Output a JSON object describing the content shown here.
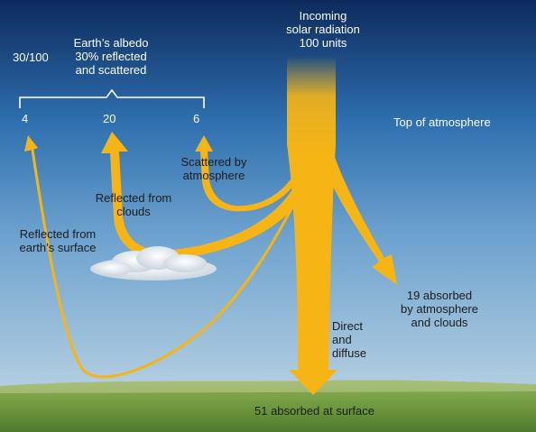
{
  "colors": {
    "sky_top": "#0d2a5c",
    "sky_mid": "#2e6fae",
    "sky_low": "#a9c8de",
    "arrow": "#f7b515",
    "arrow_edge": "#f9c74a",
    "ground": "#6f9a3f"
  },
  "labels": {
    "incoming": "Incoming\nsolar radiation\n100 units",
    "albedo_fraction": "30/100",
    "albedo_title": "Earth’s albedo\n30% reflected\nand scattered",
    "bracket_value_left": "4",
    "bracket_value_mid": "20",
    "bracket_value_right": "6",
    "top_of_atmosphere": "Top of atmosphere",
    "scattered": "Scattered by\natmosphere",
    "reflected_clouds": "Reflected from\nclouds",
    "reflected_surface": "Reflected from\nearth’s surface",
    "absorbed_atmosphere": "19 absorbed\nby atmosphere\nand clouds",
    "direct_diffuse": "Direct\nand\ndiffuse",
    "absorbed_surface": "51 absorbed at surface"
  },
  "icons": {
    "cloud": "cloud-icon"
  }
}
